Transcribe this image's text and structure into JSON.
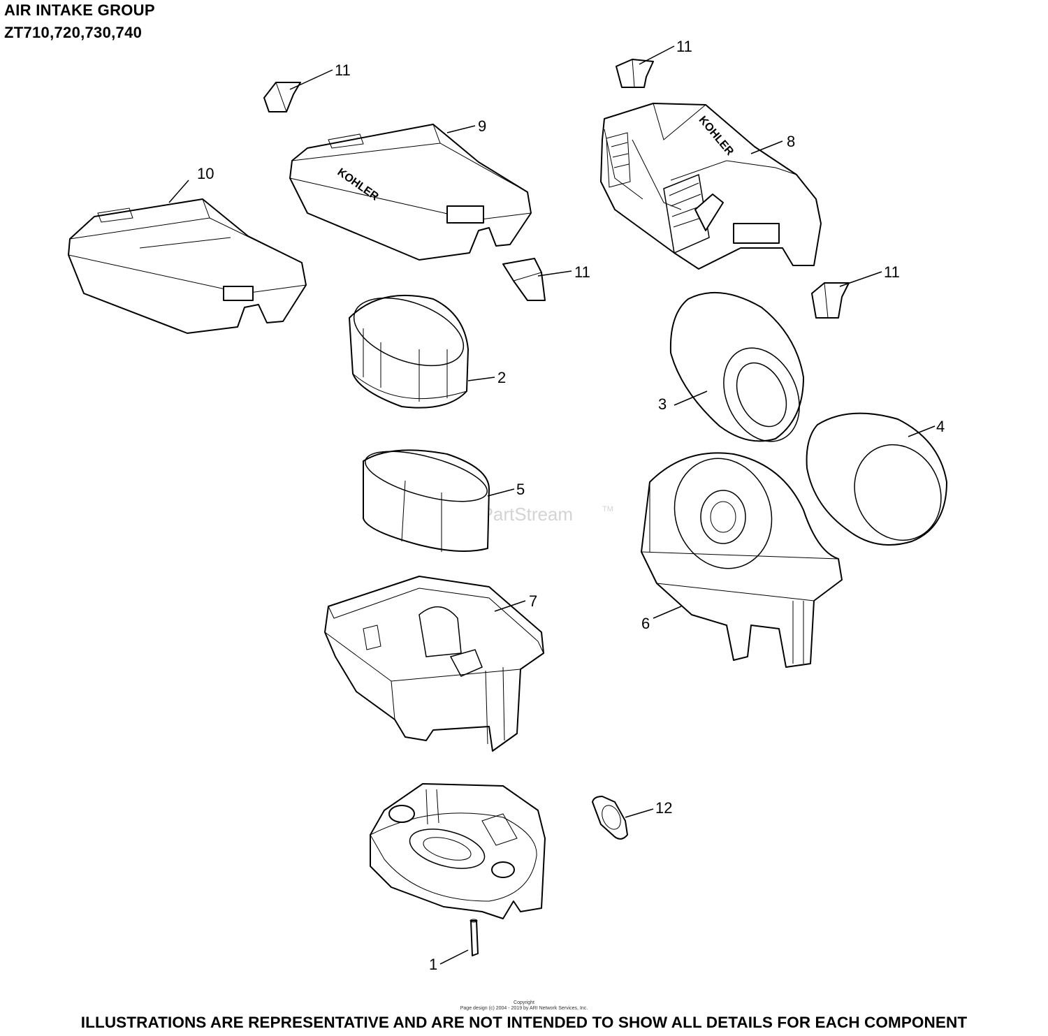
{
  "title": {
    "line1": "AIR INTAKE GROUP",
    "line2": "ZT710,720,730,740"
  },
  "callouts": {
    "c1": "1",
    "c2": "2",
    "c3": "3",
    "c4": "4",
    "c5": "5",
    "c6": "6",
    "c7": "7",
    "c8": "8",
    "c9": "9",
    "c10": "10",
    "c11a": "11",
    "c11b": "11",
    "c11c": "11",
    "c11d": "11",
    "c12": "12"
  },
  "brand_text": "KOHLER",
  "watermark": {
    "text": "ARI PartStream",
    "tm": "TM"
  },
  "copyright": {
    "line1": "Copyright",
    "line2": "Page design (c) 2004 - 2019 by ARI Network Services, Inc."
  },
  "footer": "ILLUSTRATIONS ARE REPRESENTATIVE AND ARE NOT INTENDED TO SHOW ALL DETAILS FOR EACH COMPONENT"
}
